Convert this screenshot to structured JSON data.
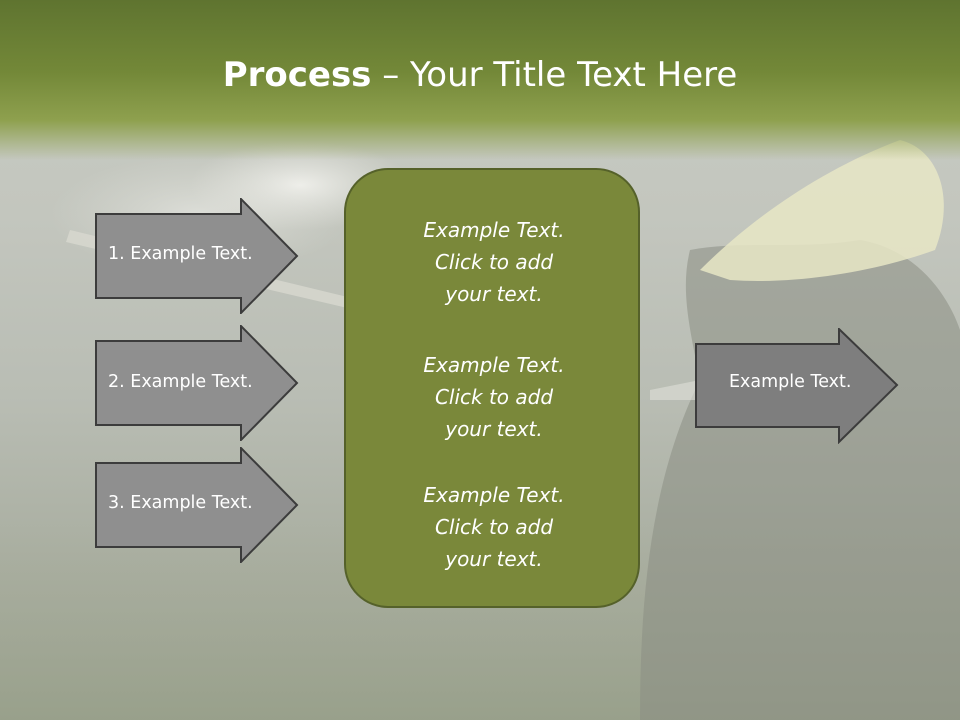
{
  "slide": {
    "title_bold": "Process",
    "title_rest": " – Your Title Text Here",
    "inputs": [
      {
        "label": "1. Example Text."
      },
      {
        "label": "2. Example Text."
      },
      {
        "label": "3. Example Text."
      }
    ],
    "center_blocks": [
      {
        "line1": "Example Text.",
        "line2": "Click  to add",
        "line3": "your text."
      },
      {
        "line1": "Example Text.",
        "line2": "Click  to add",
        "line3": "your text."
      },
      {
        "line1": "Example Text.",
        "line2": "Click  to add",
        "line3": "your text."
      }
    ],
    "output": {
      "label": "Example Text."
    }
  },
  "colors": {
    "title_band": "#738838",
    "arrow_fill": "#8f8f8f",
    "output_arrow_fill": "#7e7e7e",
    "arrow_stroke": "#3c3c3c",
    "center_fill": "#7a883a",
    "center_stroke": "#55612a",
    "text": "#ffffff"
  }
}
